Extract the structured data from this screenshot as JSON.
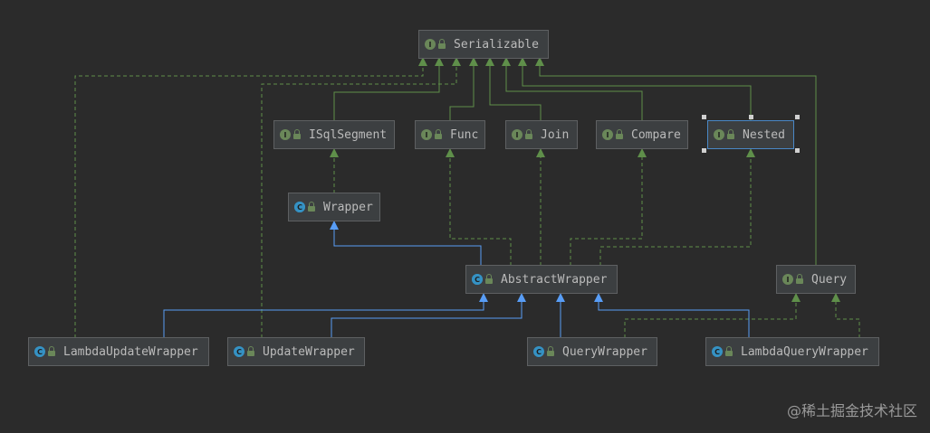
{
  "nodes": [
    {
      "id": "serializable",
      "label": "Serializable",
      "kind": "interface",
      "icon": "I"
    },
    {
      "id": "isqlsegment",
      "label": "ISqlSegment",
      "kind": "interface",
      "icon": "I"
    },
    {
      "id": "func",
      "label": "Func",
      "kind": "interface",
      "icon": "I"
    },
    {
      "id": "join",
      "label": "Join",
      "kind": "interface",
      "icon": "I"
    },
    {
      "id": "compare",
      "label": "Compare",
      "kind": "interface",
      "icon": "I"
    },
    {
      "id": "nested",
      "label": "Nested",
      "kind": "interface",
      "icon": "I"
    },
    {
      "id": "wrapper",
      "label": "Wrapper",
      "kind": "abstract",
      "icon": "C"
    },
    {
      "id": "abstractwrapper",
      "label": "AbstractWrapper",
      "kind": "abstract",
      "icon": "C"
    },
    {
      "id": "query",
      "label": "Query",
      "kind": "interface",
      "icon": "I"
    },
    {
      "id": "lambdaupdatewrapper",
      "label": "LambdaUpdateWrapper",
      "kind": "class",
      "icon": "C"
    },
    {
      "id": "updatewrapper",
      "label": "UpdateWrapper",
      "kind": "class",
      "icon": "C"
    },
    {
      "id": "querywrapper",
      "label": "QueryWrapper",
      "kind": "class",
      "icon": "C"
    },
    {
      "id": "lambdaquerywrapper",
      "label": "LambdaQueryWrapper",
      "kind": "class",
      "icon": "C"
    }
  ],
  "colors": {
    "implements_edge": "#5f8f4a",
    "extends_edge": "#589df6",
    "interface_icon": "#6a8759",
    "class_icon": "#3592c4"
  },
  "watermark": "@稀土掘金技术社区"
}
